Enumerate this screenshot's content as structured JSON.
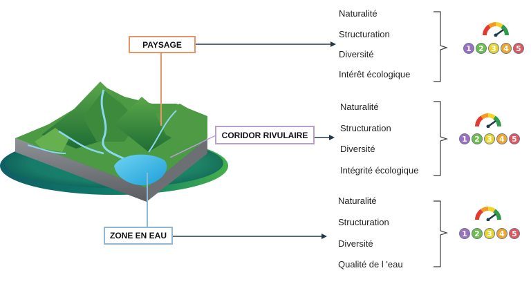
{
  "levels": [
    {
      "label": "PAYSAGE",
      "criteria": [
        "Naturalité",
        "Structuration",
        "Diversité",
        "Intérêt écologique"
      ]
    },
    {
      "label": "CORIDOR RIVULAIRE",
      "criteria": [
        "Naturalité",
        "Structuration",
        "Diversité",
        "Intégrité écologique"
      ]
    },
    {
      "label": "ZONE EN EAU",
      "criteria": [
        "Naturalité",
        "Structuration",
        "Diversité",
        "Qualité de l 'eau"
      ]
    }
  ],
  "scale": {
    "values": [
      "1",
      "2",
      "3",
      "4",
      "5"
    ],
    "colors": [
      "#9b6fc3",
      "#6cbf4a",
      "#e7d52e",
      "#f0a62b",
      "#e0555e"
    ]
  },
  "colors": {
    "paysage_border": "#e8946a",
    "coridor_border": "#b79fd4",
    "zone_border": "#8fb8d8",
    "arrow": "#24384a",
    "bracket": "#3b3b3b",
    "gauge_red": "#e23b2e",
    "gauge_orange": "#f39a24",
    "gauge_yellow": "#f5d32a",
    "gauge_green": "#2e9b4a",
    "needle": "#1d3a4a"
  },
  "icons": [
    "terrain-block-illustration",
    "gauge-icon"
  ]
}
